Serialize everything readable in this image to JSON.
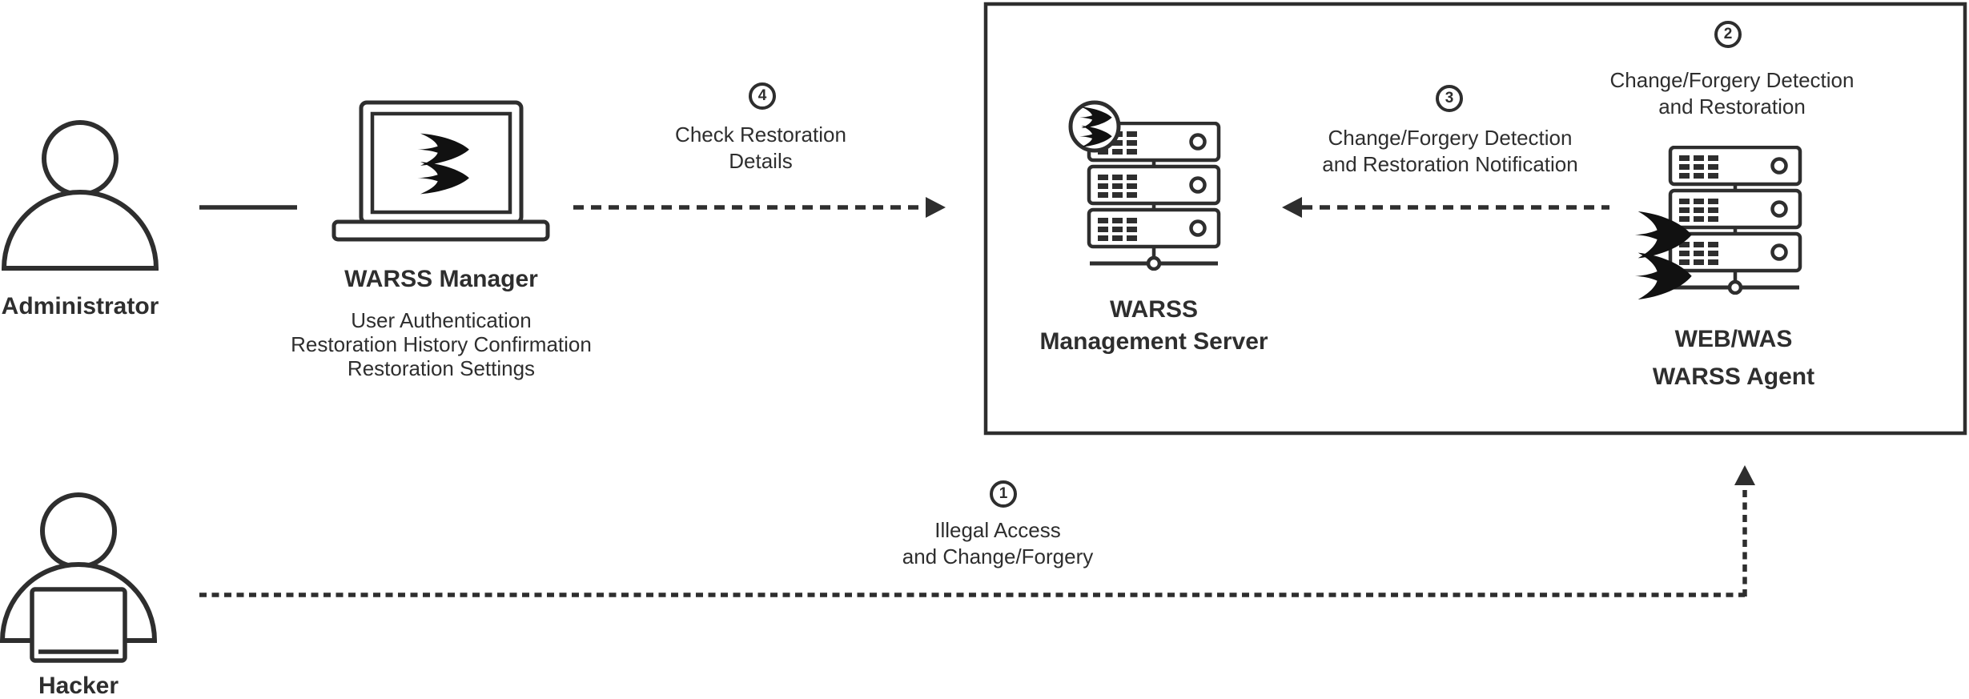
{
  "colors": {
    "ink": "#2e2e2e",
    "background": "#ffffff"
  },
  "actors": {
    "administrator": {
      "label": "Administrator"
    },
    "hacker": {
      "label": "Hacker"
    }
  },
  "manager": {
    "title": "WARSS Manager",
    "functions": [
      "User Authentication",
      "Restoration History Confirmation",
      "Restoration Settings"
    ]
  },
  "management_server": {
    "name_line1": "WARSS",
    "name_line2": "Management Server"
  },
  "agent_server": {
    "name_line1": "WEB/WAS",
    "name_line2": "WARSS Agent"
  },
  "steps": {
    "step1": {
      "number": "1",
      "line1": "Illegal Access",
      "line2": "and Change/Forgery"
    },
    "step2": {
      "number": "2",
      "line1": "Change/Forgery Detection",
      "line2": "and Restoration"
    },
    "step3": {
      "number": "3",
      "line1": "Change/Forgery Detection",
      "line2": "and Restoration Notification"
    },
    "step4": {
      "number": "4",
      "line1": "Check Restoration",
      "line2": "Details"
    }
  },
  "icons": {
    "administrator": "person-icon",
    "hacker": "person-with-laptop-icon",
    "manager": "laptop-with-swallow-logo-icon",
    "management_server": "server-rack-with-swallow-badge-icon",
    "agent_server": "server-rack-with-swallow-logo-icon",
    "arrows": "dashed-arrow"
  }
}
